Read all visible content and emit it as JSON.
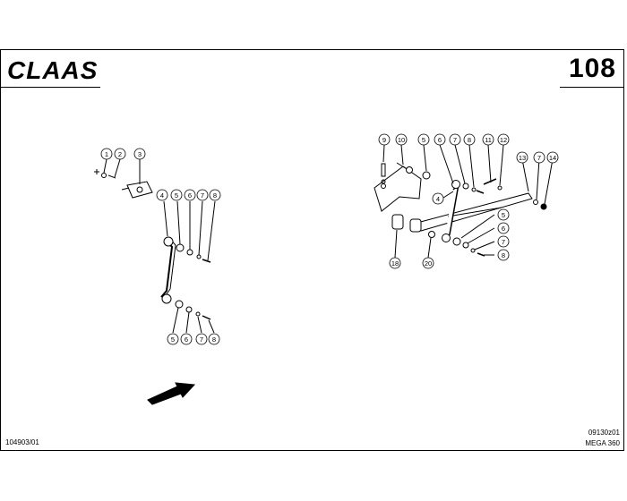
{
  "brand": {
    "logo_text": "CLAAS"
  },
  "page": {
    "number": "108"
  },
  "footer": {
    "left_code": "104903/01",
    "drawing_code": "09130z01",
    "model": "MEGA 360"
  },
  "callouts": {
    "left_top": [
      "1",
      "2",
      "3"
    ],
    "left_mid": [
      "4",
      "5",
      "6",
      "7",
      "8"
    ],
    "left_bottom": [
      "5",
      "6",
      "7",
      "8"
    ],
    "right_top": [
      "9",
      "10",
      "5",
      "6",
      "7",
      "8",
      "11",
      "12"
    ],
    "right_side": [
      "13",
      "7",
      "14"
    ],
    "right_lower": [
      "4",
      "5",
      "6",
      "7",
      "8"
    ],
    "right_bottom": [
      "18",
      "20"
    ]
  },
  "icons": {
    "direction": "arrow-icon"
  }
}
